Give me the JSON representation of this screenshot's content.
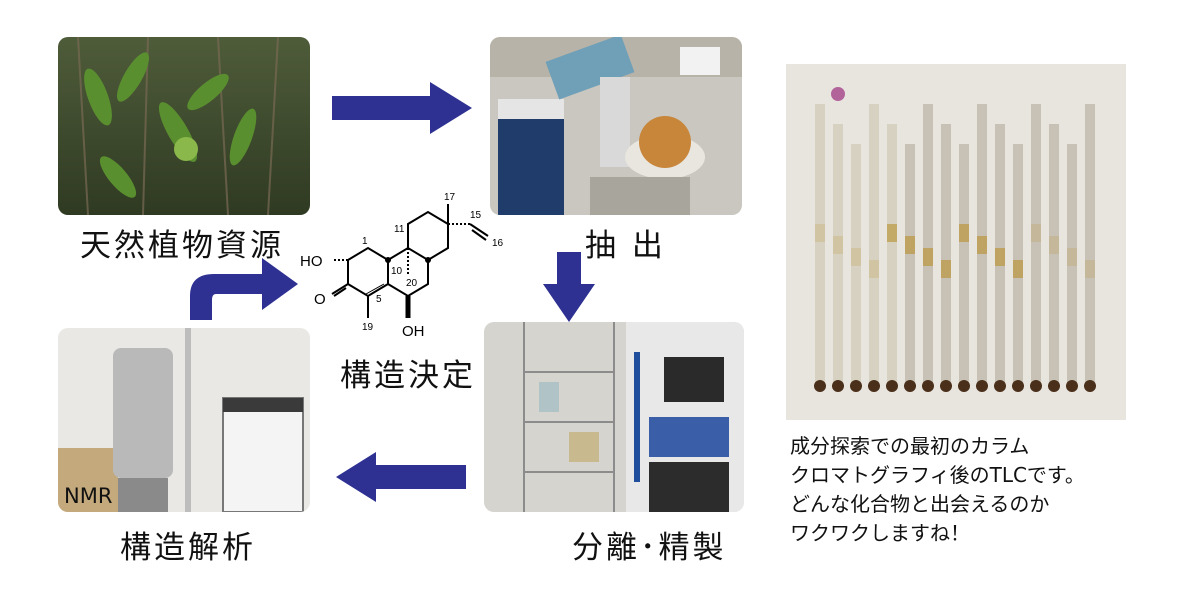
{
  "steps": {
    "source": "天然植物資源",
    "extraction": "抽 出",
    "separation": "分離･精製",
    "analysis": "構造解析",
    "determination": "構造決定"
  },
  "nmr_label": "NMR",
  "caption_lines": [
    "成分探索での最初のカラム",
    "クロマトグラフィ後のTLCです。",
    "どんな化合物と出会えるのか",
    "ワクワクしますね！"
  ],
  "molecule": {
    "labels": [
      "HO",
      "O",
      "OH",
      "1",
      "5",
      "10",
      "11",
      "15",
      "16",
      "17",
      "19",
      "20"
    ]
  },
  "colors": {
    "arrow": "#2e3192"
  }
}
